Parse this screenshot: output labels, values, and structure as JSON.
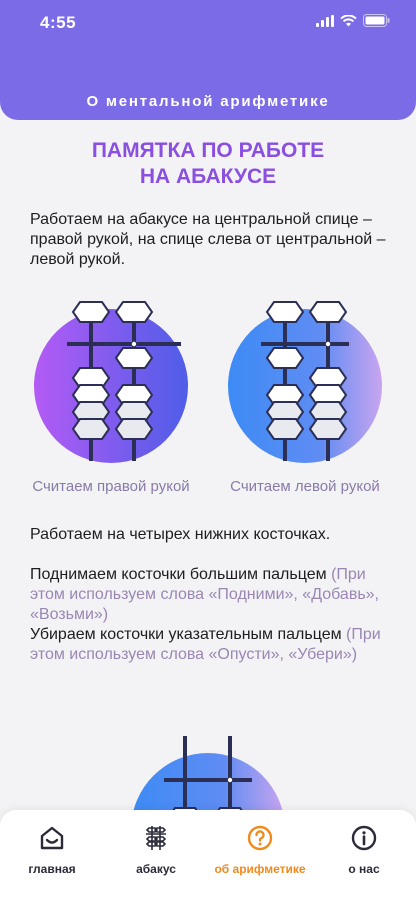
{
  "status_bar": {
    "time": "4:55"
  },
  "header": {
    "title": "О ментальной арифметике"
  },
  "main": {
    "title": "ПАМЯТКА ПО РАБОТЕ\nНА АБАКУСЕ",
    "paragraph1": "Работаем на абакусе на центральной спице – правой рукой, на спице слева от центральной – левой рукой.",
    "illustrations": [
      {
        "caption": "Считаем правой рукой"
      },
      {
        "caption": "Считаем левой рукой"
      }
    ],
    "paragraph2": "Работаем на четырех нижних косточках.",
    "paragraph3": {
      "text1": "Поднимаем косточки большим пальцем",
      "hint1": "(При этом используем слова «Подними», «Добавь», «Возьми»)",
      "text2": "Убираем косточки указательным пальцем",
      "hint2": "(При этом используем слова «Опусти», «Убери»)"
    }
  },
  "tabbar": {
    "tabs": [
      {
        "label": "главная",
        "icon": "home-icon"
      },
      {
        "label": "абакус",
        "icon": "abacus-icon"
      },
      {
        "label": "об арифметике",
        "icon": "question-icon"
      },
      {
        "label": "о нас",
        "icon": "info-icon"
      }
    ],
    "active_index": 2
  },
  "colors": {
    "header": "#7b6be6",
    "accent_title": "#8a4fe0",
    "active_tab": "#f08a1c",
    "hint_text": "#9a86b3"
  }
}
